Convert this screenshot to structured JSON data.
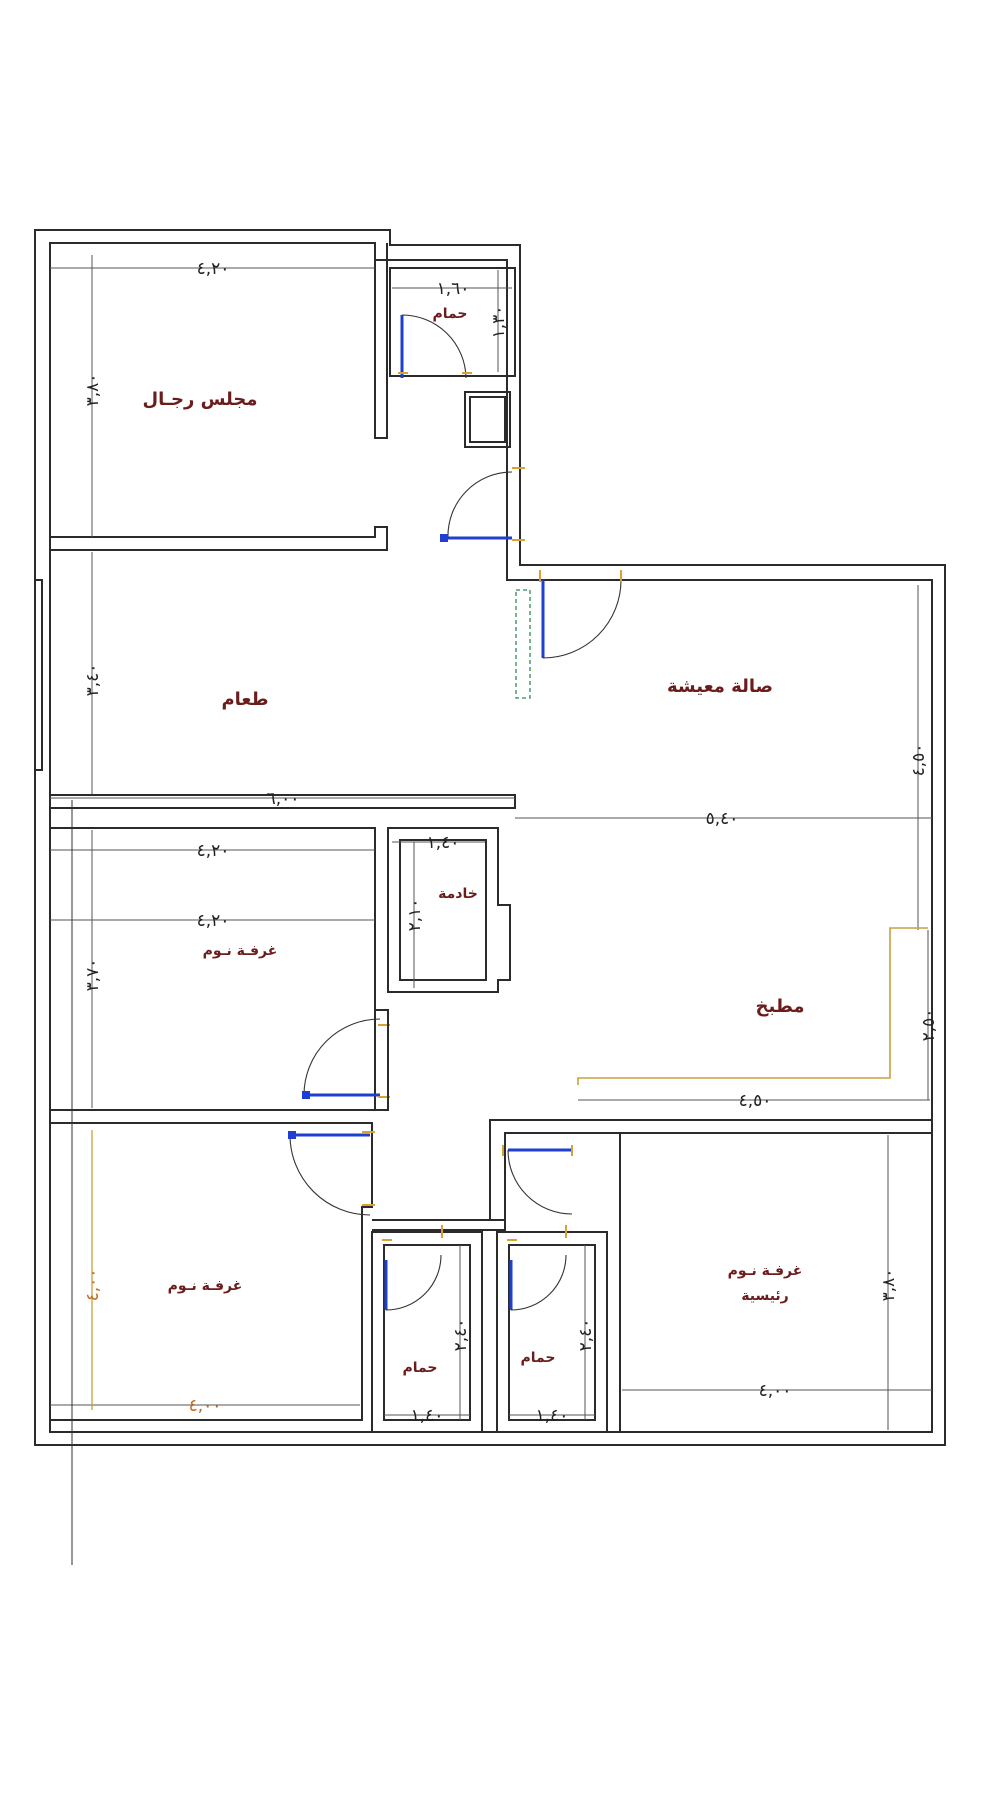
{
  "rooms": {
    "majlis": "مجلس رجـال",
    "bath_top": "حمام",
    "dining": "طعام",
    "living": "صالة معيشة",
    "maid": "خادمة",
    "bedroom_1": "غرفـة نـوم",
    "kitchen": "مطبخ",
    "bedroom_2": "غرفـة نـوم",
    "bath_left": "حمام",
    "bath_right": "حمام",
    "master_line1": "غرفـة نـوم",
    "master_line2": "رئيسية"
  },
  "dimensions": {
    "majlis_w": "٤,٢٠",
    "majlis_h": "٣,٨٠",
    "bath_top_w": "١,٦٠",
    "bath_top_h": "١,٣٠",
    "dining_h": "٣,٤٠",
    "total_600": "٦,٠٠",
    "living_w": "٥,٤٠",
    "living_h": "٤,٥٠",
    "bed1_w_a": "٤,٢٠",
    "bed1_w_b": "٤,٢٠",
    "bed1_h": "٣,٧٠",
    "maid_w": "١,٤٠",
    "maid_h": "٢,١٠",
    "kitchen_h": "٢,٥٠",
    "kitchen_w": "٤,٥٠",
    "bed2_h": "٤,٠٠",
    "bed2_w": "٤,٠٠",
    "bath_left_h": "٢,٤٠",
    "bath_left_w": "١,٤٠",
    "bath_right_h": "٢,٤٠",
    "bath_right_w": "١,٤٠",
    "master_h": "٣,٨٠",
    "master_w": "٤,٠٠"
  }
}
